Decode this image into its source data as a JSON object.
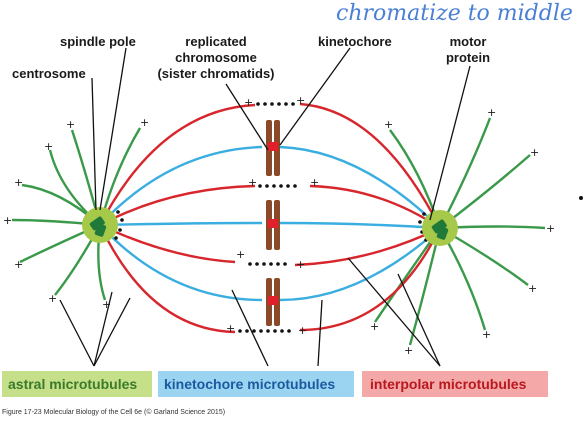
{
  "handwriting": "chromatize to middle",
  "labels": {
    "spindle_pole": "spindle pole",
    "replicated_line1": "replicated",
    "replicated_line2": "chromosome",
    "replicated_line3": "(sister chromatids)",
    "kinetochore": "kinetochore",
    "motor_line1": "motor",
    "motor_line2": "protein",
    "centrosome": "centrosome"
  },
  "legend": {
    "astral": "astral microtubules",
    "kinetochore": "kinetochore microtubules",
    "interpolar": "interpolar microtubules"
  },
  "caption": "Figure 17-23  Molecular Biology of the Cell 6e (© Garland Science 2015)",
  "plus_sign": "+",
  "colors": {
    "astral": "#3a9a4a",
    "kinetochore_mt": "#3aaee0",
    "interpolar": "#d8262d",
    "chromatid": "#8a4a2a",
    "kinetochore": "#e0202a",
    "centrosome_halo": "#a6c94a",
    "centrosome_core": "#1f7a3a",
    "astral_box": "#c6e08a",
    "kinetochore_box": "#9ad4f0",
    "interpolar_box": "#f4a8a8"
  }
}
